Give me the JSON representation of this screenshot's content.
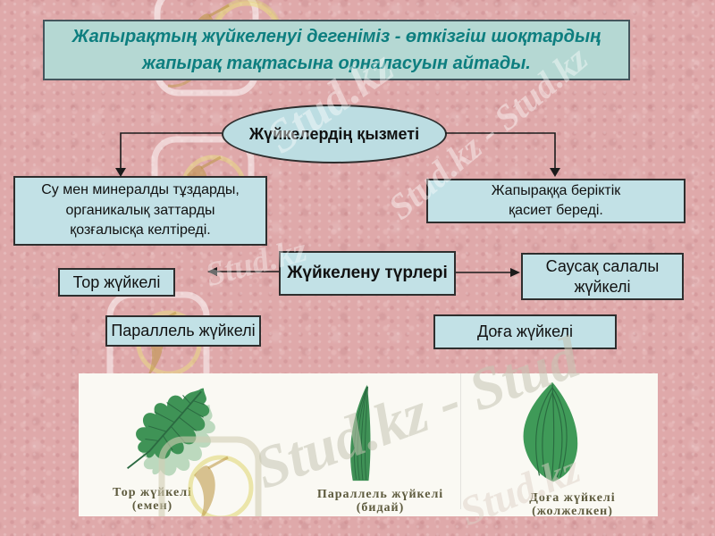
{
  "slide": {
    "title_lines": [
      "Жапырақтың жүйкеленуі дегеніміз - өткізгіш шоқтардың",
      "жапырақ тақтасына орналасуын айтады."
    ]
  },
  "functions": {
    "heading": "Жүйкелердің қызметі",
    "left_lines": [
      "Су мен минералды тұздарды,",
      "органикалық заттарды",
      "қозғалысқа келтіреді."
    ],
    "right_lines": [
      "Жапыраққа беріктік",
      "қасиет береді."
    ]
  },
  "types": {
    "heading": "Жүйкелену түрлері",
    "net": "Тор жүйкелі",
    "palmate_lines": [
      "Саусақ салалы",
      "жүйкелі"
    ],
    "parallel": "Параллель жүйкелі",
    "arc": "Доға жүйкелі"
  },
  "examples": [
    {
      "name": "Тор жүйкелі",
      "plant": "(емен)"
    },
    {
      "name": "Параллель жүйкелі",
      "plant": "(бидай)"
    },
    {
      "name": "Доға жүйкелі",
      "plant": "(жолжелкен)"
    }
  ],
  "watermarks": {
    "wm1": "Stud.kz",
    "wm2": "Stud.kz - Stud.kz",
    "wm3": "Stud.kz",
    "wm4": "Stud.kz - Stud",
    "wm5": "Stud.kz"
  },
  "colors": {
    "background": "#dfa9aa",
    "box_fill": "#c2e1e6",
    "title_fill": "#b5d8d3",
    "title_text": "#0d7e7f",
    "border": "#2e2e2e",
    "panel": "#faf9f3",
    "caption_text": "#5e5b3e",
    "leaf_green": "#3f9356"
  }
}
